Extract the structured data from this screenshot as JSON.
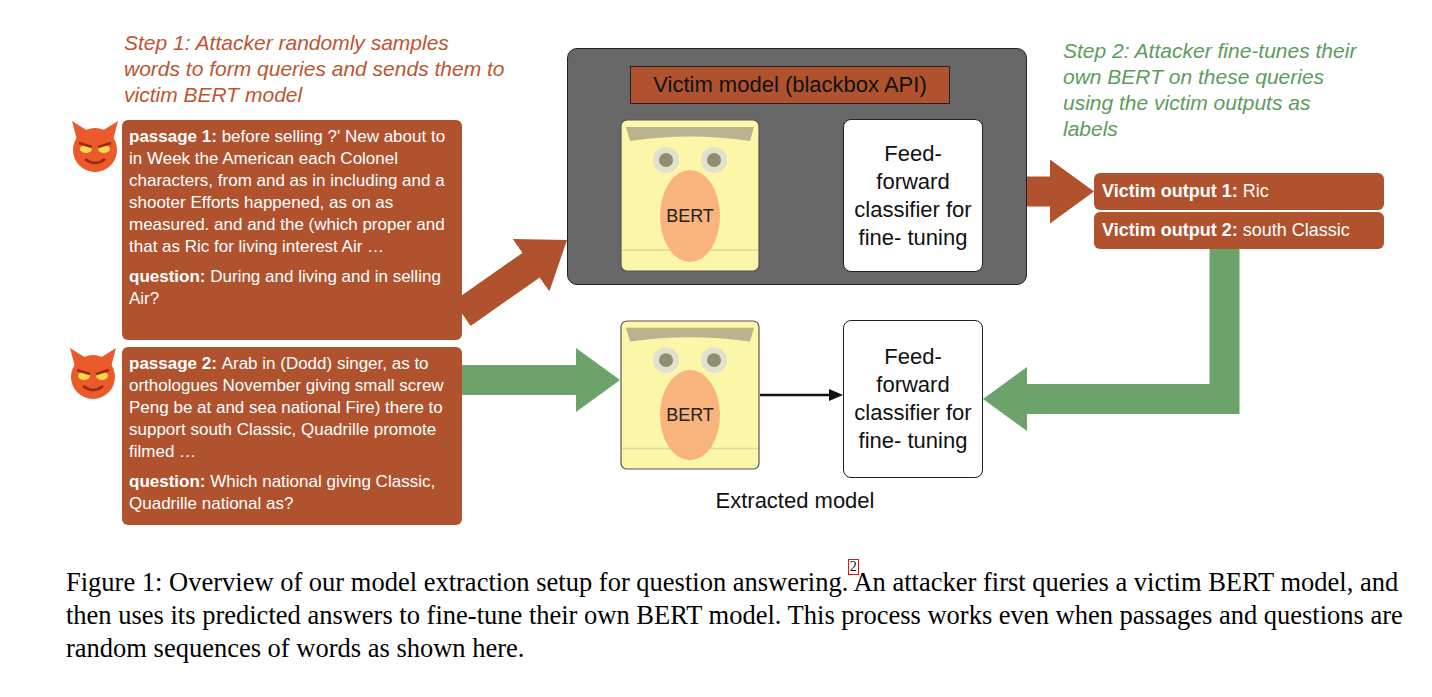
{
  "diagram": {
    "caption": "Figure 1: Overview of our model extraction setup for question answering. An attacker first queries a victim BERT model, and then uses its predicted answers to fine-tune their own BERT model. This process works even when passages and questions are random sequences of words as shown here.",
    "nodes": [
      {
        "text": [
          "passage 1:",
          "before selling ?' New about to in Week the American each Colonel characters, from and as in including and a shooter Efforts happened, as on as measured. and and the (which proper and that as Ric for living interest Air …",
          "question:",
          "During and living and in selling Air?"
        ]
      },
      {
        "text": [
          "passage 2:",
          "Arab in (Dodd) singer, as to orthologues November giving small screw Peng be at and sea national Fire) there to support south Classic, Quadrille promote filmed …",
          "question:",
          "Which national giving Classic, Quadrille national as?"
        ]
      },
      {
        "text": [
          "Victim model (blackbox API)"
        ]
      },
      {
        "text": [
          "BERT"
        ],
        "in": 2
      },
      {
        "text": [
          "Feed- forward classifier for fine- tuning"
        ],
        "in": 2
      },
      {
        "text": [
          "Victim output 1:",
          "Ric"
        ]
      },
      {
        "text": [
          "Victim output 2:",
          "south Classic"
        ]
      },
      {
        "text": [
          "BERT"
        ]
      },
      {
        "text": [
          "Feed- forward classifier for fine- tuning"
        ]
      }
    ],
    "edges": [
      {
        "from": 0,
        "to": 2,
        "arrow": "to"
      },
      {
        "from": 3,
        "to": 4,
        "arrow": "to"
      },
      {
        "from": 2,
        "to": 5,
        "arrow": "to"
      },
      {
        "from": 1,
        "to": 7,
        "arrow": "to"
      },
      {
        "from": 6,
        "to": 8,
        "arrow": "to"
      },
      {
        "from": 7,
        "to": 8,
        "arrow": "to"
      }
    ],
    "labels": [
      "Step 1: Attacker randomly samples words to form queries and sends them to victim BERT model",
      "Step 2: Attacker fine-tunes their own BERT on these queries using the victim outputs as labels",
      "Extracted model",
      "2"
    ]
  }
}
